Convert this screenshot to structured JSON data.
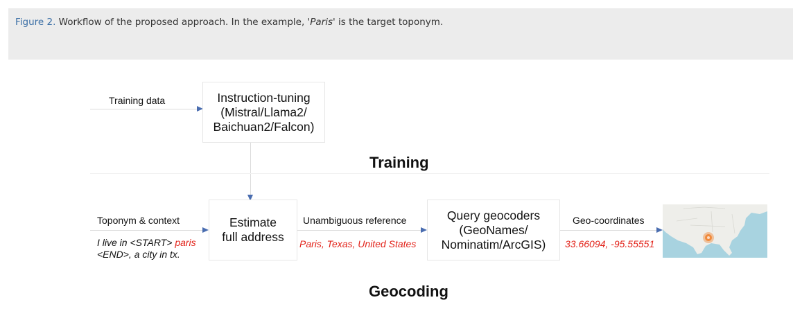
{
  "caption": {
    "figure_label": "Figure 2.",
    "text_before": " Workflow of the proposed approach. In the example, ",
    "example": "'Paris'",
    "text_after": " is the target toponym."
  },
  "training": {
    "input_label": "Training data",
    "box_lines": [
      "Instruction-tuning",
      "(Mistral/Llama2/",
      "Baichuan2/Falcon)"
    ],
    "section_title": "Training"
  },
  "geocoding": {
    "input_label": "Toponym & context",
    "example_prefix": "I live in <START> ",
    "example_toponym": "paris",
    "example_suffix": "<END>, a city in tx.",
    "estimate_box_lines": [
      "Estimate",
      "full address"
    ],
    "reference_label": "Unambiguous reference",
    "reference_value": "Paris, Texas, United States",
    "query_box_lines": [
      "Query geocoders",
      "(GeoNames/",
      "Nominatim/ArcGIS)"
    ],
    "coords_label": "Geo-coordinates",
    "coords_value": "33.66094, -95.55551",
    "section_title": "Geocoding"
  },
  "colors": {
    "accent_red": "#e2231a",
    "arrow_blue": "#4a6db0",
    "caption_link": "#3a6ea5",
    "map_water": "#a8d3e0",
    "map_land": "#eeeeea",
    "marker": "#f08a3c"
  },
  "icons": {
    "map": "usa-map-icon",
    "marker": "location-marker-icon"
  }
}
